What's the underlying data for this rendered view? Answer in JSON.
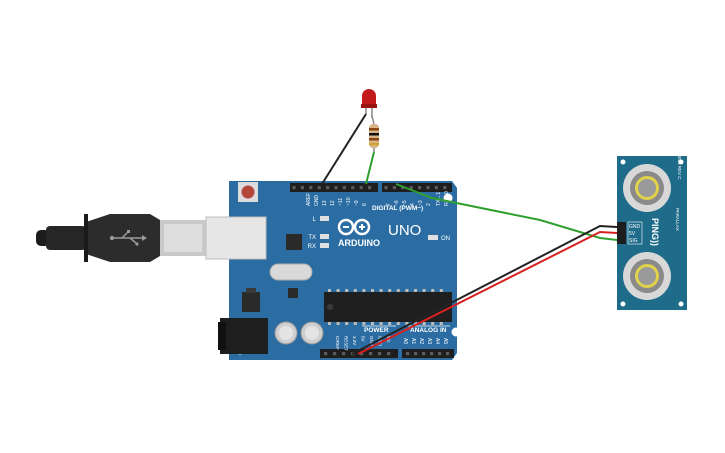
{
  "board": {
    "brand": "ARDUINO",
    "model": "UNO",
    "digital_header": "DIGITAL (PWM~)",
    "power_header": "POWER",
    "analog_header": "ANALOG IN",
    "on_label": "ON",
    "led_labels": [
      "L",
      "TX",
      "RX"
    ],
    "top_pin_labels": [
      "AREF",
      "GND",
      "13",
      "12",
      "~11",
      "~10",
      "~9",
      "8",
      "7",
      "~6",
      "~5",
      "4",
      "~3",
      "2",
      "TX→1",
      "RX←0"
    ],
    "power_pin_labels": [
      "IOREF",
      "RESET",
      "3.3V",
      "5V",
      "GND",
      "GND",
      "Vin"
    ],
    "analog_pin_labels": [
      "A0",
      "A1",
      "A2",
      "A3",
      "A4",
      "A5"
    ]
  },
  "sensor": {
    "name": "PING))",
    "pin_labels": [
      "GND",
      "5V",
      "SIG"
    ],
    "side_text": "PARALLAX",
    "rev_text": "28015 REV C"
  },
  "colors": {
    "board": "#2b6da3",
    "sensor": "#1f6b8a",
    "wire_black": "#222222",
    "wire_red": "#d92020",
    "wire_green": "#2fa02f",
    "led": "#c21a1a"
  }
}
